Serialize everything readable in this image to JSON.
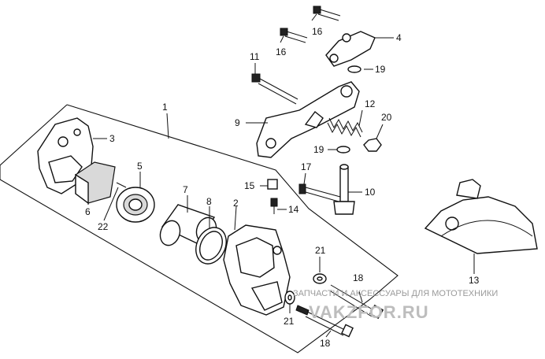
{
  "callouts": {
    "c1": "1",
    "c2": "2",
    "c3": "3",
    "c4": "4",
    "c5": "5",
    "c6": "6",
    "c7": "7",
    "c8": "8",
    "c9": "9",
    "c10": "10",
    "c11": "11",
    "c12": "12",
    "c13": "13",
    "c14": "14",
    "c15": "15",
    "c16a": "16",
    "c16b": "16",
    "c17": "17",
    "c18a": "18",
    "c18b": "18",
    "c19a": "19",
    "c19b": "19",
    "c20": "20",
    "c21a": "21",
    "c21b": "21",
    "c22": "22"
  },
  "watermark": {
    "line1": "ЗАПЧАСТИ И АКСЕССУАРЫ ДЛЯ МОТОТЕХНИКИ",
    "line2": "VAKZFOR.RU"
  },
  "colors": {
    "ink": "#111111",
    "watermark_gray": "#bdbdbd",
    "watermark_red": "#e48a8a"
  }
}
